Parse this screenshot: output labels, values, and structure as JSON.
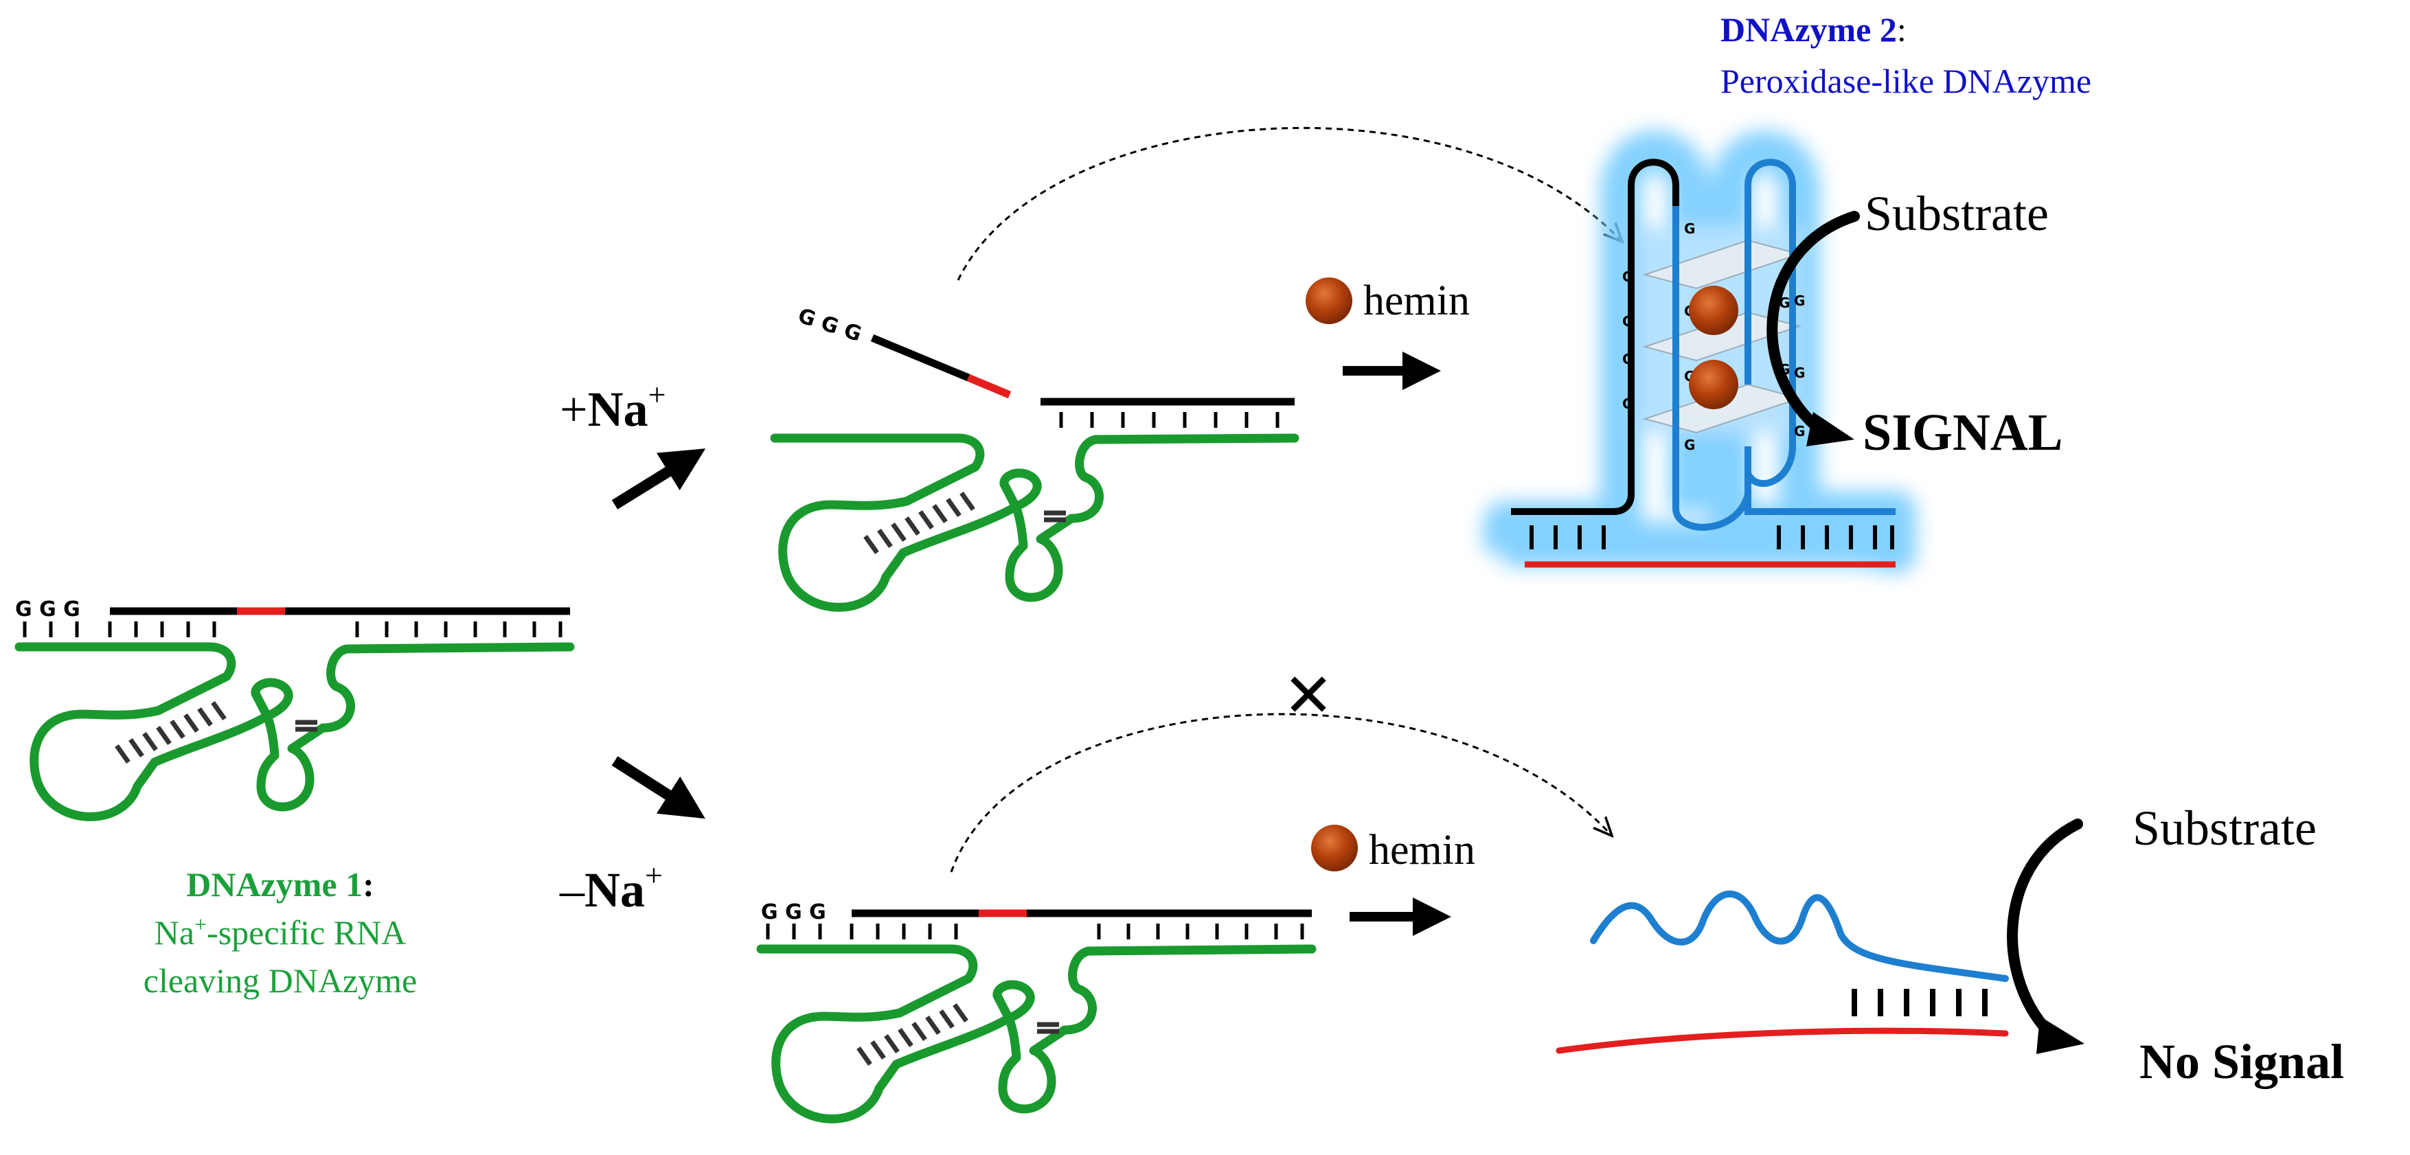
{
  "colors": {
    "dna_strand": "#1a9a2e",
    "substrate_strand": "#000000",
    "rna_site": "#e41e1e",
    "g_quadruplex": "#1e7fd0",
    "glow": "#6ec9ff",
    "hemin": "#b5400c",
    "label_green": "#1aa03a",
    "label_blue": "#1010c8"
  },
  "dnazyme1": {
    "title": "DNAzyme 1",
    "colon": ":",
    "line1_pre": "Na",
    "line1_sup": "+",
    "line1_post": "-specific RNA",
    "line2": "cleaving DNAzyme"
  },
  "dnazyme2": {
    "title": "DNAzyme 2",
    "colon": ":",
    "subtitle": "Peroxidase-like DNAzyme"
  },
  "plus_na": {
    "sign": "+",
    "base": "Na",
    "sup": "+"
  },
  "minus_na": {
    "sign": "–",
    "base": "Na",
    "sup": "+"
  },
  "hemin_label_top": "hemin",
  "hemin_label_bottom": "hemin",
  "substrate_top": "Substrate",
  "signal_top": "SIGNAL",
  "substrate_bottom": "Substrate",
  "signal_bottom": "No Signal",
  "g_base": "G",
  "ggg_left": "G G G",
  "ggg_cleaved": "G G G",
  "ggg_bottom": "G G G",
  "blocked_mark": "✕"
}
